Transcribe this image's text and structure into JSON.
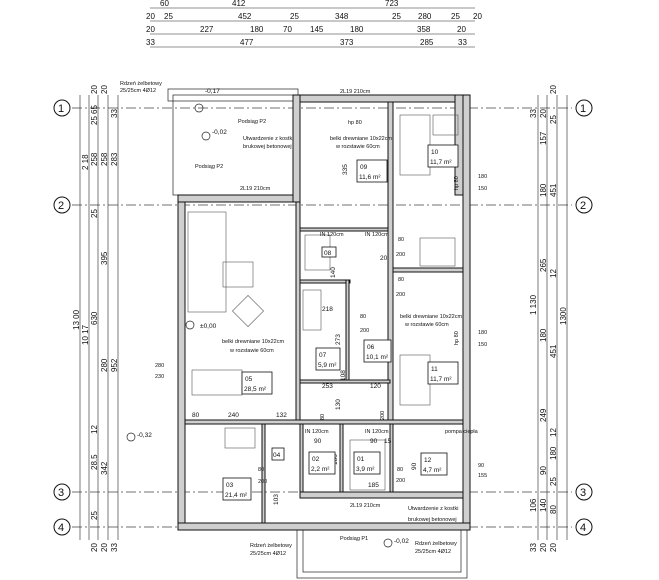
{
  "top_dims": {
    "row1": [
      "60",
      "412",
      "723"
    ],
    "row2": [
      "20",
      "25",
      "452",
      "25",
      "348",
      "25",
      "280",
      "25",
      "20"
    ],
    "row3": [
      "20",
      "227",
      "180",
      "70",
      "145",
      "180",
      "358",
      "20"
    ],
    "row4": [
      "33",
      "477",
      "373",
      "285",
      "33"
    ]
  },
  "axes": [
    "1",
    "2",
    "3",
    "4"
  ],
  "left_dims": {
    "total": "13 00",
    "c2": [
      "2 18",
      "10 17"
    ],
    "c3": [
      "65",
      "25",
      "258",
      "25",
      "630",
      "12",
      "28.5",
      "25"
    ],
    "c4": [
      "258",
      "395",
      "280",
      "342"
    ],
    "c5": [
      "33",
      "283",
      "952"
    ],
    "bottom": [
      "20",
      "20",
      "33"
    ],
    "top": [
      "20",
      "20"
    ]
  },
  "right_dims": {
    "c1": [
      "33",
      "1 130",
      "106",
      "33"
    ],
    "c2": [
      "20",
      "157",
      "180",
      "265",
      "180",
      "249",
      "90",
      "140",
      "20"
    ],
    "c3": [
      "25",
      "451",
      "12",
      "451",
      "12",
      "180",
      "25",
      "80",
      "20"
    ],
    "c4": [
      "20",
      "1300"
    ]
  },
  "levels": {
    "terrace": "-0,17",
    "porch_top": "-0,02",
    "main": "±0,00",
    "outside": "-0,32",
    "porch_bottom": "-0,02"
  },
  "annotations": {
    "column_tl": "Rdzeń żelbetowy",
    "column_tl_size": "25/25cm 4Ø12",
    "podsiap_p2_a": "Podsiąg P2",
    "podsiap_p2_b": "Podsiąg P2",
    "paving_top": "Utwardzenie z kostki",
    "paving_top2": "brukowej betonowej",
    "lintel_top": "2L19 210cm",
    "lintel_mid": "2L19 210cm",
    "hp80_a": "hp 80",
    "hp80_b": "hp 80",
    "hp80_c": "hp 80",
    "beams_1": "belki drewniane 10x22cm",
    "beams_1b": "w rozstawie 60cm",
    "beams_2": "belki drewniane 10x22cm",
    "beams_2b": "w rozstawie 60cm",
    "beams_3": "belki drewniane 10x22cm",
    "beams_3b": "w rozstawie 60cm",
    "window_180_150": "180",
    "window_150": "150",
    "window_b_180": "180",
    "window_b_150": "150",
    "window_c_90": "90",
    "window_c_155": "155",
    "window_l_280": "280",
    "window_l_230": "230",
    "column_bl": "Rdzeń żelbetowy",
    "column_bl_size": "25/25cm 4Ø12",
    "column_br": "Rdzeń żelbetowy",
    "column_br_size": "25/25cm 4Ø12",
    "podsiap_p1": "Podsiąg P1",
    "paving_bottom": "Utwardzenie z kostki",
    "paving_bottom2": "brukowej betonowej",
    "boiler": "pompa ciepła",
    "lintel_bottom": "2L19 210cm",
    "in_labels": [
      "IN 120cm",
      "IN 120cm",
      "IN 120cm",
      "IN 120cm"
    ],
    "door_dims": [
      "80",
      "200",
      "80",
      "200",
      "80",
      "200",
      "80",
      "200",
      "80",
      "200",
      "80",
      "200"
    ],
    "inner_dims": [
      "218",
      "253",
      "120",
      "80",
      "240",
      "132",
      "90",
      "20",
      "90",
      "15",
      "335",
      "140",
      "273",
      "108",
      "180",
      "103",
      "130",
      "185",
      "90"
    ]
  },
  "rooms": [
    {
      "no": "09",
      "area": "11,6 m²"
    },
    {
      "no": "10",
      "area": "11,7 m²"
    },
    {
      "no": "08",
      "area": ""
    },
    {
      "no": "05",
      "area": "28,5 m²"
    },
    {
      "no": "07",
      "area": "5,9 m²"
    },
    {
      "no": "06",
      "area": "10,1 m²"
    },
    {
      "no": "11",
      "area": "11,7 m²"
    },
    {
      "no": "04",
      "area": ""
    },
    {
      "no": "03",
      "area": "21,4 m²"
    },
    {
      "no": "02",
      "area": "2,2 m²"
    },
    {
      "no": "01",
      "area": "3,9 m²"
    },
    {
      "no": "12",
      "area": "4,7 m²"
    }
  ]
}
